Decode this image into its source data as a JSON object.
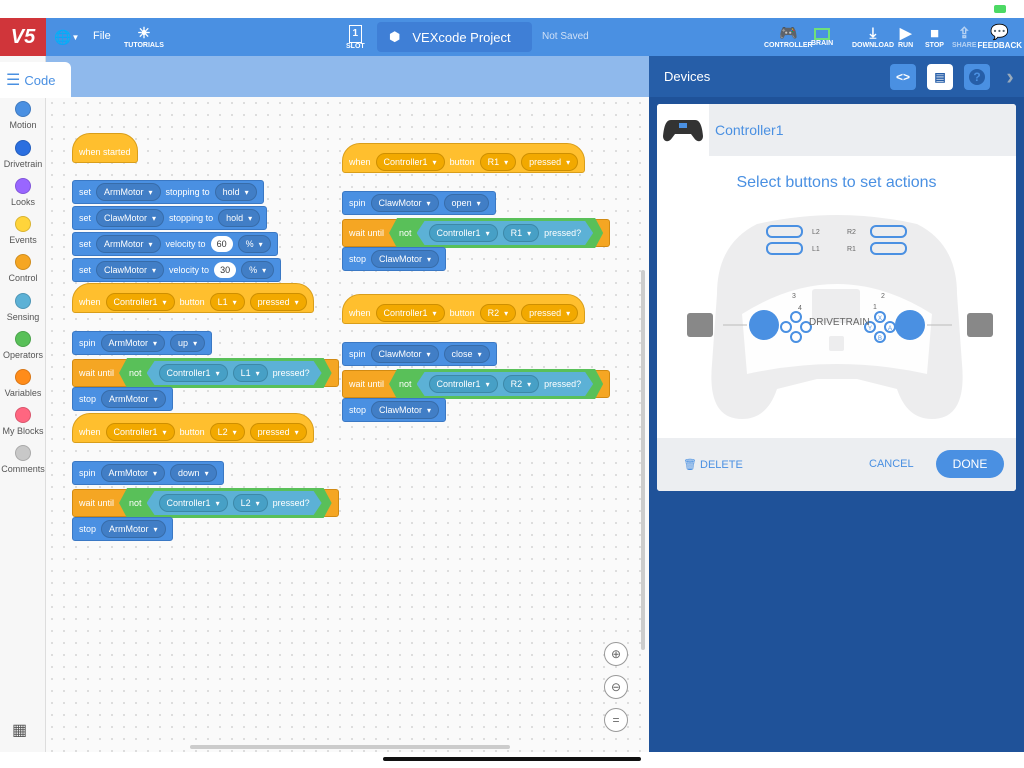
{
  "topbar": {
    "logo": "V5",
    "file": "File",
    "tutorials": "TUTORIALS",
    "slot": "SLOT",
    "slot_number": "1",
    "project_name": "VEXcode Project",
    "save_status": "Not Saved",
    "controller": "CONTROLLER",
    "brain": "BRAIN",
    "download": "DOWNLOAD",
    "run": "RUN",
    "stop": "STOP",
    "share": "SHARE",
    "feedback": "FEEDBACK"
  },
  "code_tab": "Code",
  "categories": [
    {
      "label": "Motion",
      "color": "#4a90e2"
    },
    {
      "label": "Drivetrain",
      "color": "#2b6fe0"
    },
    {
      "label": "Looks",
      "color": "#9966ff"
    },
    {
      "label": "Events",
      "color": "#ffd43b"
    },
    {
      "label": "Control",
      "color": "#f5a623"
    },
    {
      "label": "Sensing",
      "color": "#5cb1d6"
    },
    {
      "label": "Operators",
      "color": "#59c059"
    },
    {
      "label": "Variables",
      "color": "#ff8c1a"
    },
    {
      "label": "My Blocks",
      "color": "#ff6680"
    },
    {
      "label": "Comments",
      "color": "#c8c8c8"
    }
  ],
  "scripts": [
    {
      "rows": [
        {
          "type": "event",
          "hat": true,
          "tokens": [
            {
              "t": "when started"
            }
          ]
        },
        {
          "type": "motion",
          "tokens": [
            {
              "t": "set"
            },
            {
              "d": "ArmMotor"
            },
            {
              "t": "stopping to"
            },
            {
              "d": "hold"
            }
          ]
        },
        {
          "type": "motion",
          "tokens": [
            {
              "t": "set"
            },
            {
              "d": "ClawMotor"
            },
            {
              "t": "stopping to"
            },
            {
              "d": "hold"
            }
          ]
        },
        {
          "type": "motion",
          "tokens": [
            {
              "t": "set"
            },
            {
              "d": "ArmMotor"
            },
            {
              "t": "velocity to"
            },
            {
              "n": "60"
            },
            {
              "d": "%"
            }
          ]
        },
        {
          "type": "motion",
          "tokens": [
            {
              "t": "set"
            },
            {
              "d": "ClawMotor"
            },
            {
              "t": "velocity to"
            },
            {
              "n": "30"
            },
            {
              "d": "%"
            }
          ]
        }
      ]
    },
    {
      "rows": [
        {
          "type": "event",
          "hat": true,
          "tokens": [
            {
              "t": "when"
            },
            {
              "d": "Controller1"
            },
            {
              "t": "button"
            },
            {
              "d": "L1"
            },
            {
              "d": "pressed"
            }
          ]
        },
        {
          "type": "motion",
          "tokens": [
            {
              "t": "spin"
            },
            {
              "d": "ArmMotor"
            },
            {
              "d": "up"
            }
          ]
        },
        {
          "type": "control",
          "tokens": [
            {
              "t": "wait until"
            },
            {
              "not": [
                "not",
                {
                  "d": "Controller1"
                },
                {
                  "d": "L1"
                },
                "pressed?"
              ]
            }
          ]
        },
        {
          "type": "motion",
          "tokens": [
            {
              "t": "stop"
            },
            {
              "d": "ArmMotor"
            }
          ]
        }
      ]
    },
    {
      "rows": [
        {
          "type": "event",
          "hat": true,
          "tokens": [
            {
              "t": "when"
            },
            {
              "d": "Controller1"
            },
            {
              "t": "button"
            },
            {
              "d": "L2"
            },
            {
              "d": "pressed"
            }
          ]
        },
        {
          "type": "motion",
          "tokens": [
            {
              "t": "spin"
            },
            {
              "d": "ArmMotor"
            },
            {
              "d": "down"
            }
          ]
        },
        {
          "type": "control",
          "tokens": [
            {
              "t": "wait until"
            },
            {
              "not": [
                "not",
                {
                  "d": "Controller1"
                },
                {
                  "d": "L2"
                },
                "pressed?"
              ]
            }
          ]
        },
        {
          "type": "motion",
          "tokens": [
            {
              "t": "stop"
            },
            {
              "d": "ArmMotor"
            }
          ]
        }
      ]
    },
    {
      "rows": [
        {
          "type": "event",
          "hat": true,
          "tokens": [
            {
              "t": "when"
            },
            {
              "d": "Controller1"
            },
            {
              "t": "button"
            },
            {
              "d": "R1"
            },
            {
              "d": "pressed"
            }
          ]
        },
        {
          "type": "motion",
          "tokens": [
            {
              "t": "spin"
            },
            {
              "d": "ClawMotor"
            },
            {
              "d": "open"
            }
          ]
        },
        {
          "type": "control",
          "tokens": [
            {
              "t": "wait until"
            },
            {
              "not": [
                "not",
                {
                  "d": "Controller1"
                },
                {
                  "d": "R1"
                },
                "pressed?"
              ]
            }
          ]
        },
        {
          "type": "motion",
          "tokens": [
            {
              "t": "stop"
            },
            {
              "d": "ClawMotor"
            }
          ]
        }
      ]
    },
    {
      "rows": [
        {
          "type": "event",
          "hat": true,
          "tokens": [
            {
              "t": "when"
            },
            {
              "d": "Controller1"
            },
            {
              "t": "button"
            },
            {
              "d": "R2"
            },
            {
              "d": "pressed"
            }
          ]
        },
        {
          "type": "motion",
          "tokens": [
            {
              "t": "spin"
            },
            {
              "d": "ClawMotor"
            },
            {
              "d": "close"
            }
          ]
        },
        {
          "type": "control",
          "tokens": [
            {
              "t": "wait until"
            },
            {
              "not": [
                "not",
                {
                  "d": "Controller1"
                },
                {
                  "d": "R2"
                },
                "pressed?"
              ]
            }
          ]
        },
        {
          "type": "motion",
          "tokens": [
            {
              "t": "stop"
            },
            {
              "d": "ClawMotor"
            }
          ]
        }
      ]
    }
  ],
  "devices": {
    "title": "Devices",
    "device_name": "Controller1",
    "instruction": "Select buttons to set actions",
    "controller": {
      "l2": "L2",
      "l1": "L1",
      "r2": "R2",
      "r1": "R1",
      "axis3": "3",
      "axis4": "4",
      "axis2": "2",
      "axis1": "1",
      "drivetrain": "DRIVETRAIN",
      "x": "X",
      "y": "Y",
      "a": "A",
      "b": "B"
    },
    "delete": "DELETE",
    "cancel": "CANCEL",
    "done": "DONE"
  },
  "colors": {
    "accent": "#4a90e2",
    "logo": "#d0353a",
    "events": "#ffbf2e",
    "control": "#f5a623",
    "operators": "#59c059",
    "sensing": "#5cb1d6"
  }
}
